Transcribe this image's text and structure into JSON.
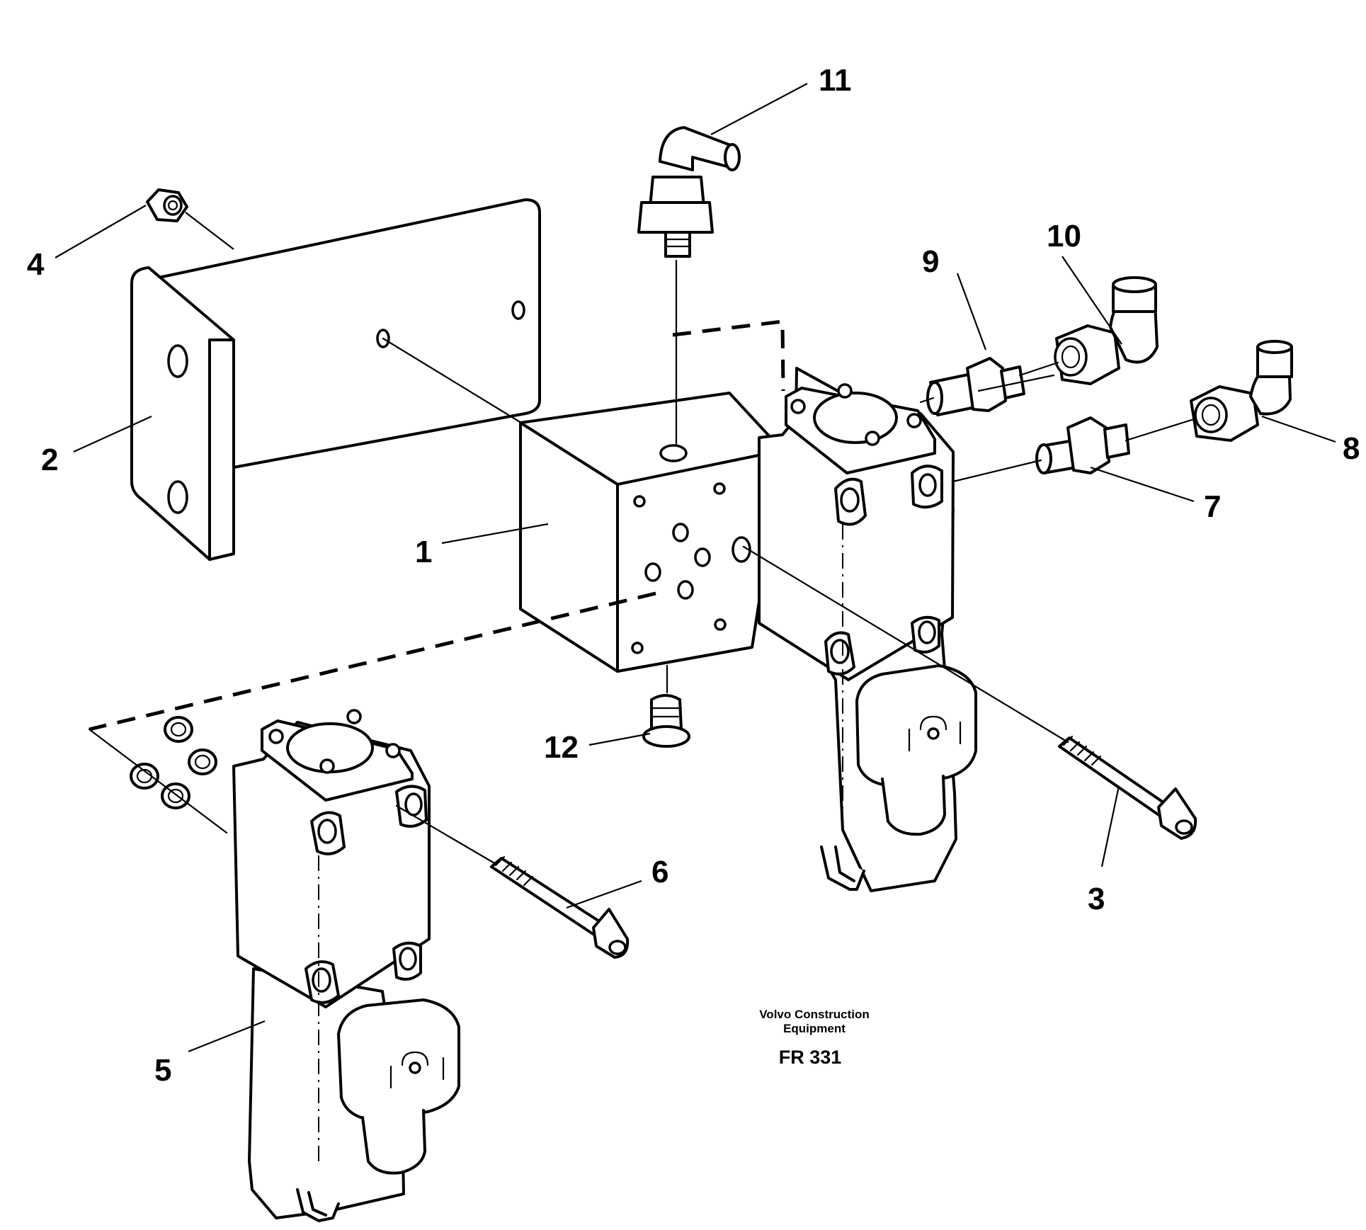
{
  "diagram": {
    "callouts": [
      "11",
      "4",
      "2",
      "1",
      "9",
      "10",
      "8",
      "7",
      "12",
      "6",
      "3",
      "5"
    ],
    "caption": {
      "line1": "Volvo Construction",
      "line2": "Equipment",
      "code": "FR 331"
    }
  }
}
